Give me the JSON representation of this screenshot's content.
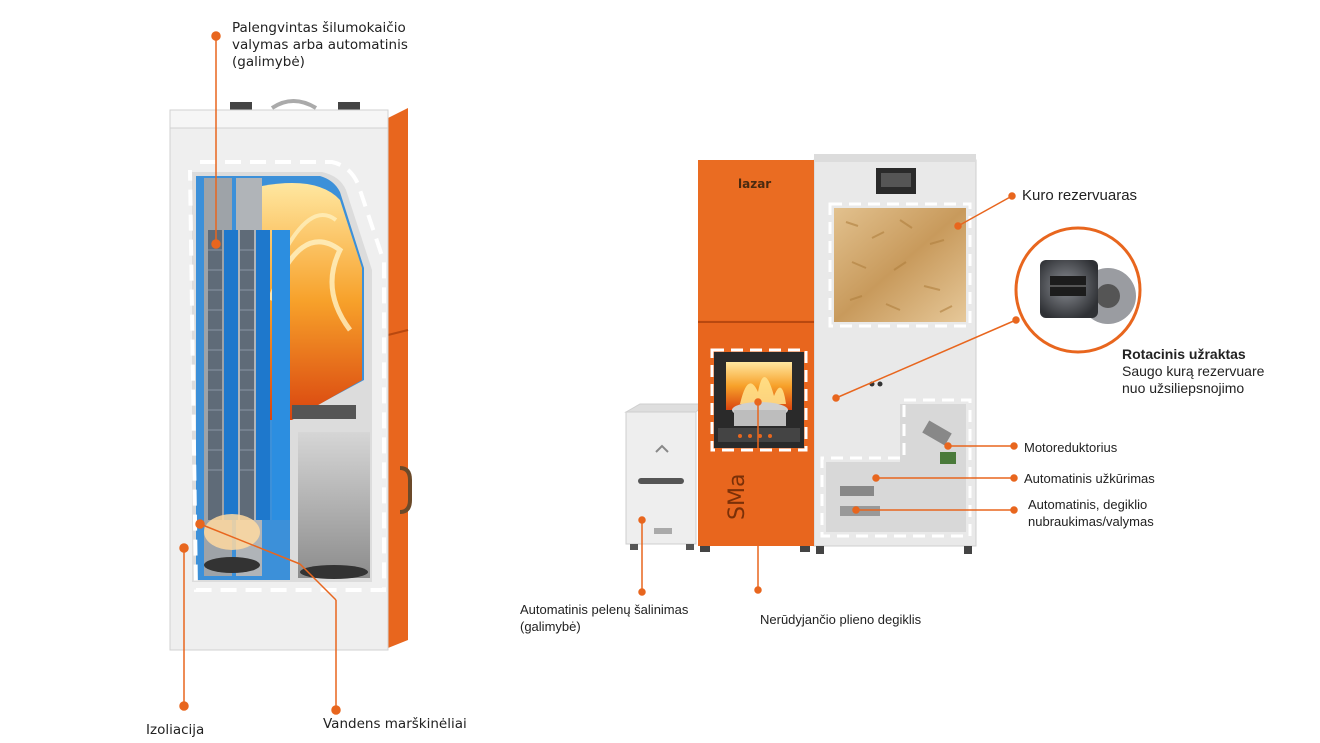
{
  "colors": {
    "accent": "#e8661e",
    "panel": "#eeeeee",
    "steel": "#c9c9c9",
    "water": "#1f7fd0",
    "dark": "#333333"
  },
  "brand": {
    "logo_text": "lazar",
    "model_text": "SMa"
  },
  "labels": {
    "cleaning": [
      "Palengvintas šilumokaičio",
      "valymas arba automatinis",
      "(galimybė)"
    ],
    "insulation": "Izoliacija",
    "water_jacket": "Vandens marškinėliai",
    "fuel_tank": "Kuro rezervuaras",
    "rotary_title": "Rotacinis užraktas",
    "rotary_desc": [
      "Saugo kurą rezervuare",
      "nuo užsiliepsnojimo"
    ],
    "motor": "Motoreduktorius",
    "ignition": "Automatinis užkūrimas",
    "burner_clean": [
      "Automatinis,  degiklio",
      "nubraukimas/valymas"
    ],
    "ash_removal": [
      "Automatinis pelenų šalinimas",
      "(galimybė)"
    ],
    "burner": "Nerūdyjančio plieno degiklis"
  }
}
